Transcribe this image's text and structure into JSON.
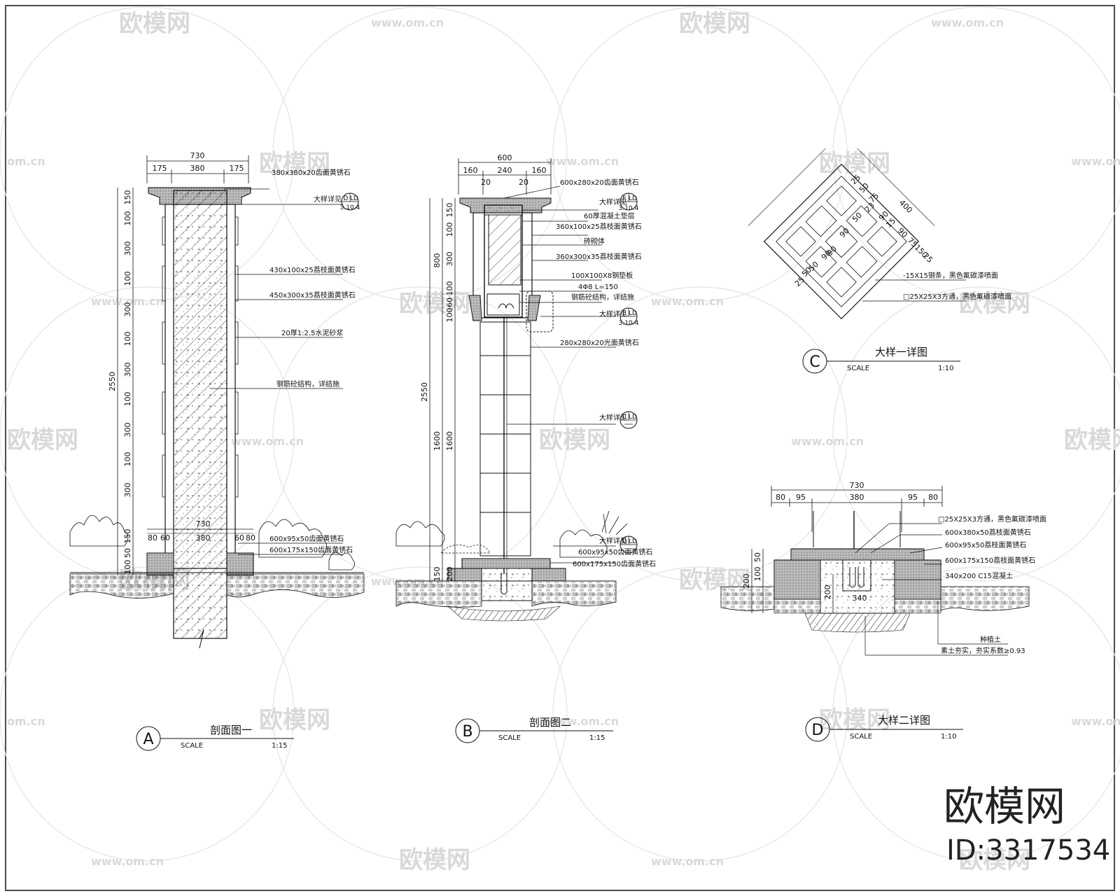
{
  "watermarks": {
    "brand_text": "欧模网",
    "url_text": "www.om.cn",
    "url_short": "om.cn",
    "id_text": "ID:3317534"
  },
  "section_a": {
    "letter": "A",
    "title": "剖面图一",
    "scale_label": "SCALE",
    "scale_value": "1:15",
    "dim_total_width": "730",
    "dim_top": [
      "175",
      "380",
      "175"
    ],
    "dim_vertical_total": "2550",
    "dim_vertical": [
      "150",
      "100",
      "300",
      "100",
      "300",
      "100",
      "300",
      "100",
      "300",
      "100",
      "300",
      "150",
      "50",
      "100"
    ],
    "dim_bottom_total": "730",
    "dim_bottom": [
      "80",
      "60",
      "380",
      "60",
      "80"
    ],
    "ref_label": "大样详见",
    "ref_letter": "D",
    "ref_ld": "LD",
    "ref_sheet": "3.10.4",
    "notes": [
      "380x380x20齿面黄锈石",
      "430x100x25荔枝面黄锈石",
      "450x300x35荔枝面黄锈石",
      "20厚1:2.5水泥砂浆",
      "钢筋砼结构，详结施",
      "600x95x50齿面黄锈石",
      "600x175x150齿面黄锈石"
    ]
  },
  "section_b": {
    "letter": "B",
    "title": "剖面图二",
    "scale_label": "SCALE",
    "scale_value": "1:15",
    "dim_total_width": "600",
    "dim_top": [
      "160",
      "240",
      "160"
    ],
    "dim_top_small": [
      "20",
      "20"
    ],
    "dim_vertical_total": "2550",
    "dim_vertical_upper": "800",
    "dim_vertical_lower": "1600",
    "dim_vertical_lower2": "1600",
    "dim_vertical": [
      "150",
      "100",
      "300",
      "100",
      "60",
      "100",
      "150",
      "200"
    ],
    "ref_label": "大样详见",
    "refs": [
      {
        "letter": "F",
        "ld": "LD",
        "sheet": "3.10.4"
      },
      {
        "letter": "E",
        "ld": "LD",
        "sheet": "3.10.4"
      },
      {
        "letter": "C",
        "ld": "LD",
        "sheet": ""
      },
      {
        "letter": "D",
        "ld": "LD",
        "sheet": ""
      }
    ],
    "notes": [
      "600x280x20齿面黄锈石",
      "60厚混凝土垫层",
      "360x100x25荔枝面黄锈石",
      "砖砌体",
      "360x300x35荔枝面黄锈石",
      "100X100X8钢垫板",
      "4Φ8 L=150",
      "钢筋砼结构，详结施",
      "280x280x20光面黄锈石",
      "600x95x50齿面黄锈石",
      "600x175x150齿面黄锈石"
    ]
  },
  "detail_c": {
    "letter": "C",
    "title": "大样一详图",
    "scale_label": "SCALE",
    "scale_value": "1:10",
    "dims_upper_left": [
      "25",
      "50",
      "75",
      "23",
      "90",
      "15"
    ],
    "dims_upper_right": [
      "400",
      "90",
      "75",
      "150",
      "25"
    ],
    "dims_inner": [
      "50",
      "90",
      "90",
      "50",
      "90"
    ],
    "dims_lower_left": [
      "25",
      "50"
    ],
    "notes": [
      "-15X15钢条，黑色氟碳漆喷面",
      "□25X25X3方通，黑色氟碳漆喷面"
    ]
  },
  "detail_d": {
    "letter": "D",
    "title": "大样二详图",
    "scale_label": "SCALE",
    "scale_value": "1:10",
    "dim_total_width": "730",
    "dim_top": [
      "80",
      "95",
      "380",
      "95",
      "80"
    ],
    "dim_vertical": [
      "50",
      "100",
      "200",
      "200"
    ],
    "dim_inner": "340",
    "notes": [
      "□25X25X3方通，黑色氟碳漆喷面",
      "600x380x50荔枝面黄锈石",
      "600x95x50荔枝面黄锈石",
      "600x175x150荔枝面黄锈石",
      "340x200 C15混凝土",
      "种植土",
      "素土夯实，夯实系数≥0.93"
    ]
  }
}
